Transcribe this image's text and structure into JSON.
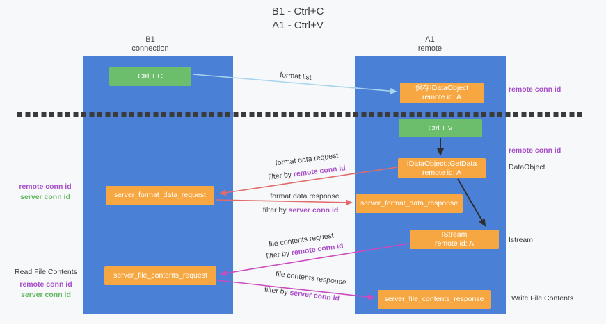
{
  "title": {
    "line1": "B1 - Ctrl+C",
    "line2": "A1 - Ctrl+V"
  },
  "columns": {
    "left": {
      "name": "B1",
      "role": "connection"
    },
    "right": {
      "name": "A1",
      "role": "remote"
    }
  },
  "nodes": {
    "ctrl_c": {
      "label": "Ctrl + C"
    },
    "ctrl_v": {
      "label": "Ctrl + V"
    },
    "save_dataobject": {
      "line1": "保存IDataObject",
      "line2": "remote id: A"
    },
    "getdata": {
      "line1": "IDataObject::GetData",
      "line2": "remote id: A"
    },
    "istream": {
      "line1": "IStream",
      "line2": "remote id: A"
    },
    "format_request": {
      "label": "server_format_data_request"
    },
    "format_response": {
      "label": "server_format_data_response"
    },
    "file_request": {
      "label": "server_file_contents_request"
    },
    "file_response": {
      "label": "server_file_contents_response"
    }
  },
  "right_labels": {
    "remote_conn_top": "remote conn id",
    "remote_conn_mid": "remote conn id",
    "dataobject": "DataObject",
    "istream": "Istream",
    "write_file": "Write File Contents"
  },
  "left_labels": {
    "remote_conn_1": "remote conn id",
    "server_conn_1": "server conn id",
    "read_file": "Read File Contents",
    "remote_conn_2": "remote conn id",
    "server_conn_2": "server conn id"
  },
  "flows": {
    "format_list": {
      "label": "format list"
    },
    "format_request": {
      "label": "format data request",
      "filter_prefix": "filter by ",
      "filter_key": "remote conn id"
    },
    "format_response": {
      "label": "format data response",
      "filter_prefix": "filter by ",
      "filter_key": "server conn id"
    },
    "file_request": {
      "label": "file contents request",
      "filter_prefix": "filter by ",
      "filter_key": "remote conn id"
    },
    "file_response": {
      "label": "file contents response",
      "filter_prefix": "filter by ",
      "filter_key": "server conn id"
    }
  },
  "colors": {
    "column_blue": "#4a80d6",
    "node_green": "#6cbe6c",
    "node_orange": "#f7a742",
    "purple_text": "#a84fc8",
    "green_text": "#62b862",
    "arrow_red": "#e06c6c",
    "arrow_magenta": "#cb4bc0",
    "arrow_lightblue": "#a9d4ee",
    "arrow_black": "#2f2f2f",
    "divider": "#3a3a3a"
  }
}
